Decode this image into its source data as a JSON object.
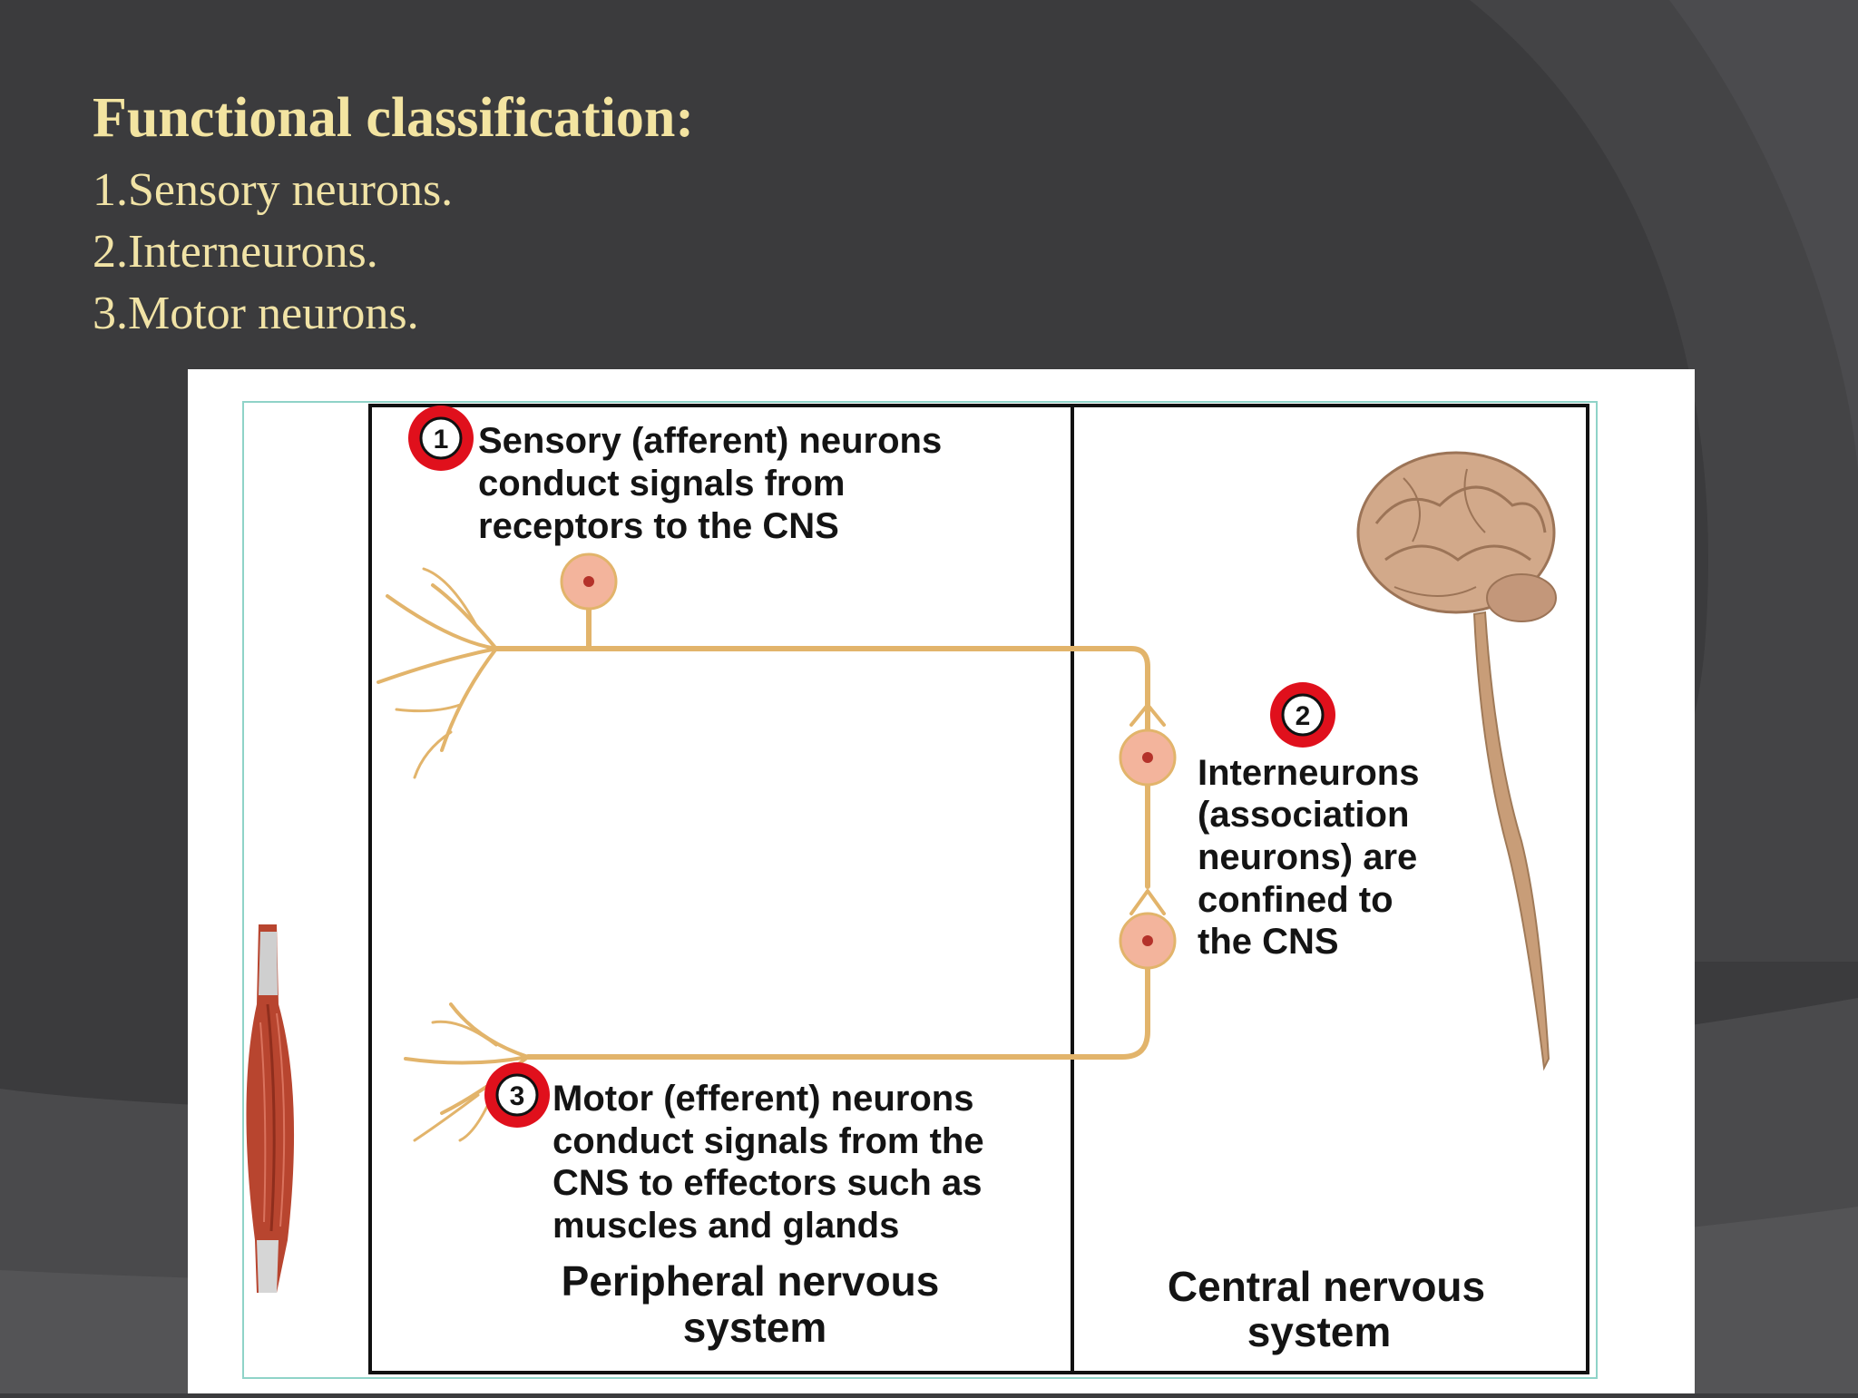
{
  "slide": {
    "title": "Functional classification:",
    "items": [
      {
        "label": "1.Sensory neurons."
      },
      {
        "label": "2.Interneurons."
      },
      {
        "label": "3.Motor neurons."
      }
    ]
  },
  "diagram": {
    "sensory": {
      "number": "1",
      "lines": [
        "Sensory (afferent) neurons",
        "conduct signals from",
        "receptors to the CNS"
      ]
    },
    "interneurons": {
      "number": "2",
      "lines": [
        "Interneurons",
        "(association",
        "neurons) are",
        "confined to",
        "the CNS"
      ]
    },
    "motor": {
      "number": "3",
      "lines": [
        "Motor (efferent) neurons",
        "conduct signals from the",
        "CNS to effectors such as",
        "muscles and glands"
      ]
    },
    "pns_label": [
      "Peripheral nervous",
      "system"
    ],
    "cns_label": [
      "Central nervous",
      "system"
    ]
  },
  "colors": {
    "background": "#3b3b3d",
    "title": "#f3e4a1",
    "neuron": "#e2b46b",
    "cell_body": "#f0a98f",
    "badge": "#e0101c",
    "muscle": "#b8452f",
    "brain": "#c79c78"
  }
}
